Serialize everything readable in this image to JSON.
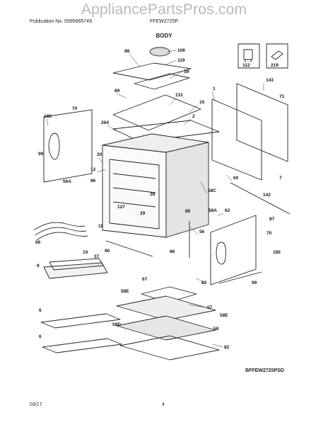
{
  "watermark": "AppliancePartsPros.com",
  "header": {
    "publication": "Publication No. 5995665749",
    "model": "FFEW2725P",
    "section": "BODY"
  },
  "callouts": [
    "88",
    "106",
    "119",
    "59",
    "112",
    "219",
    "143",
    "1",
    "71",
    "89",
    "131",
    "15",
    "185",
    "70",
    "2",
    "264",
    "20",
    "99",
    "12",
    "86",
    "56A",
    "28",
    "127",
    "29",
    "58C",
    "60",
    "7",
    "142",
    "62",
    "87",
    "58A",
    "85",
    "11",
    "56",
    "66",
    "10",
    "90",
    "37",
    "86",
    "70",
    "185",
    "9",
    "99",
    "83",
    "67",
    "58E",
    "57",
    "58E",
    "6",
    "58D",
    "58",
    "82",
    "6"
  ],
  "footer": {
    "date": "03/17",
    "page": "4",
    "code": "BFFEW2725PSD"
  }
}
